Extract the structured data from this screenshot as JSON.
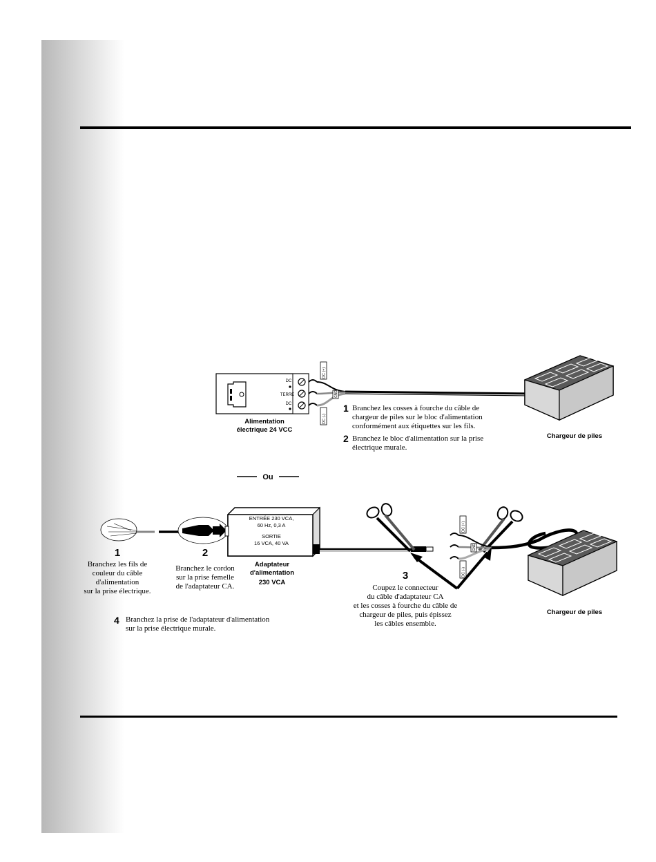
{
  "top_section": {
    "psu": {
      "label_dc_top": "DC",
      "label_terre": "TERRE",
      "label_dc_bottom": "DC",
      "caption_line1": "Alimentation",
      "caption_line2": "électrique 24 VCC"
    },
    "wire_tags": {
      "top": "DC (+)",
      "mid": "GND",
      "bottom": "DC (-)"
    },
    "step1_num": "1",
    "step1_l1": "Branchez les cosses à fourche du câble de",
    "step1_l2": "chargeur de piles sur le bloc d'alimentation",
    "step1_l3": "conformément aux étiquettes sur les fils.",
    "step2_num": "2",
    "step2_l1": "Branchez le bloc d'alimentation sur la prise",
    "step2_l2": "électrique murale.",
    "charger_label": "Chargeur de piles"
  },
  "or_label": "Ou",
  "bottom_section": {
    "step1_num": "1",
    "step1_l1": "Branchez les fils de",
    "step1_l2": "couleur du câble",
    "step1_l3": "d'alimentation",
    "step1_l4": "sur la prise électrique.",
    "step2_num": "2",
    "step2_l1": "Branchez le cordon",
    "step2_l2": "sur la prise femelle",
    "step2_l3": "de l'adaptateur CA.",
    "adapter_in_l1": "ENTRÉE 230 VCA,",
    "adapter_in_l2": "60 Hz, 0,3 A",
    "adapter_out_l1": "SORTIE",
    "adapter_out_l2": "16 VCA, 40 VA",
    "adapter_caption_l1": "Adaptateur",
    "adapter_caption_l2": "d'alimentation",
    "adapter_caption_l3": "230 VCA",
    "step3_num": "3",
    "step3_l1": "Coupez le connecteur",
    "step3_l2": "du câble d'adaptateur CA",
    "step3_l3": "et les cosses à fourche du câble de",
    "step3_l4": "chargeur de piles, puis épissez",
    "step3_l5": "les câbles ensemble.",
    "step4_num": "4",
    "step4_l1": "Branchez la prise de l'adaptateur d'alimentation",
    "step4_l2": "sur la prise électrique murale.",
    "charger_label": "Chargeur de piles",
    "wire_tags": {
      "top": "DC (+)",
      "mid": "GND",
      "bottom": "DC (-)"
    }
  }
}
